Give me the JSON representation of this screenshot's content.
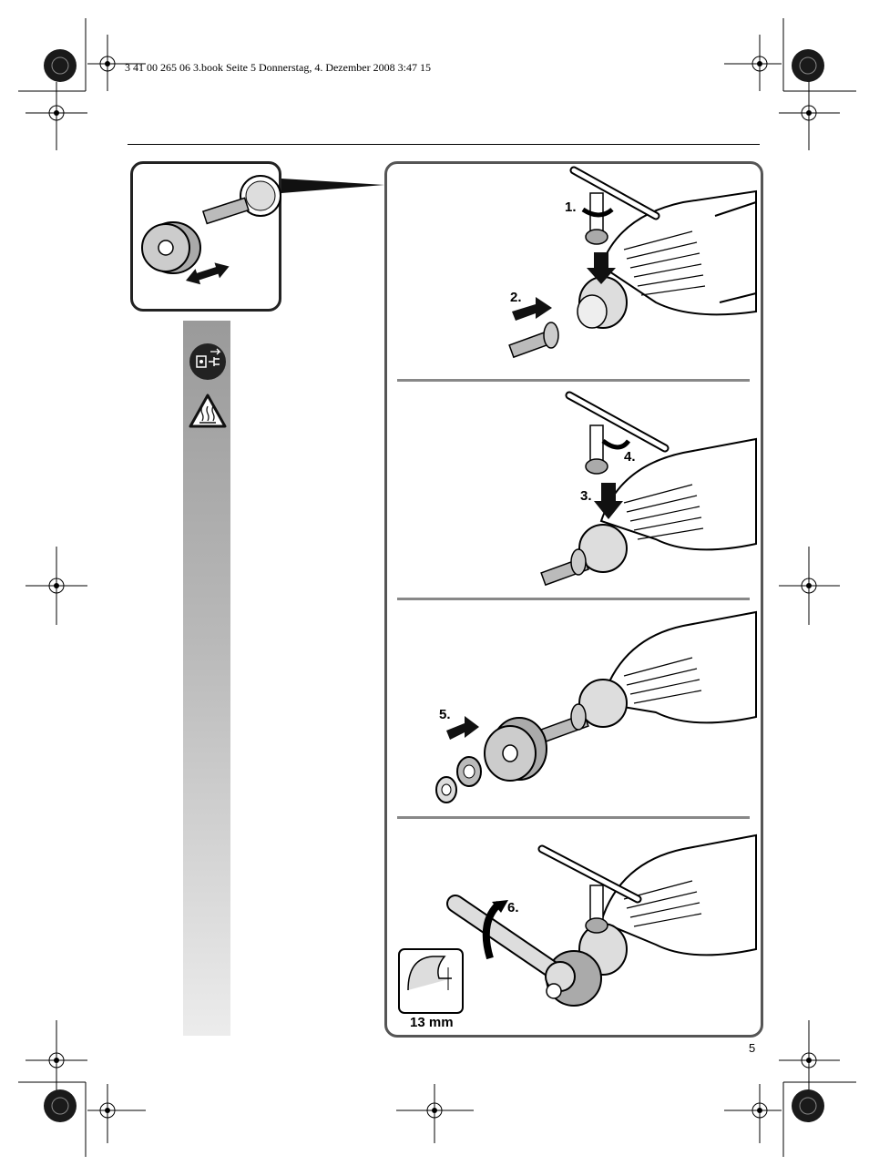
{
  "header": {
    "file_info": "3 41 00 265 06 3.book  Seite 5  Donnerstag, 4. Dezember 2008  3:47 15"
  },
  "page_number": "5",
  "steps": [
    {
      "label": "1."
    },
    {
      "label": "2."
    },
    {
      "label": "3."
    },
    {
      "label": "4."
    },
    {
      "label": "5."
    },
    {
      "label": "6."
    }
  ],
  "wrench_size": "13 mm",
  "icons": {
    "unplug": "unplug-icon",
    "hot_surface": "hot-surface-warning-icon"
  },
  "colors": {
    "panel_border": "#555555",
    "gradient_top": "#9a9a9a",
    "gradient_bottom": "#ececec"
  }
}
